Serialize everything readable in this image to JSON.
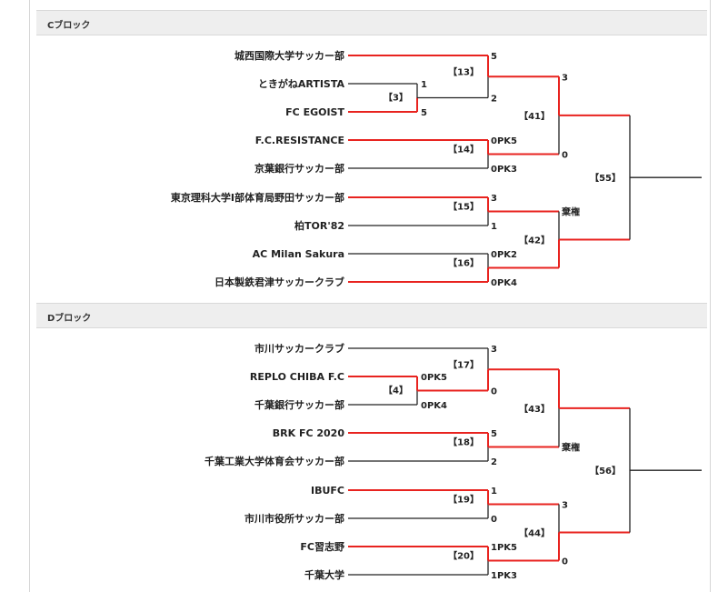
{
  "blocks": [
    {
      "title": "Cブロック",
      "final_label": "【55】",
      "semi": [
        {
          "label": "【41】",
          "scores": [
            "3",
            "0"
          ],
          "winner": 0
        },
        {
          "label": "【42】",
          "scores": [
            "棄権",
            ""
          ],
          "winner": 1
        }
      ],
      "matches": [
        {
          "label": "【13】",
          "scores": [
            "5",
            "2"
          ],
          "winner": 0
        },
        {
          "label": "【14】",
          "scores": [
            "0PK5",
            "0PK3"
          ],
          "winner": 0
        },
        {
          "label": "【15】",
          "scores": [
            "3",
            "1"
          ],
          "winner": 0
        },
        {
          "label": "【16】",
          "scores": [
            "0PK2",
            "0PK4"
          ],
          "winner": 1
        }
      ],
      "sub_match": {
        "label": "【3】",
        "scores": [
          "1",
          "5"
        ],
        "winner": 1
      },
      "teams": [
        "城西国際大学サッカー部",
        "ときがねARTISTA",
        "FC EGOIST",
        "F.C.RESISTANCE",
        "京葉銀行サッカー部",
        "東京理科大学I部体育局野田サッカー部",
        "柏TOR'82",
        "AC Milan Sakura",
        "日本製鉄君津サッカークラブ"
      ]
    },
    {
      "title": "Dブロック",
      "final_label": "【56】",
      "semi": [
        {
          "label": "【43】",
          "scores": [
            "",
            "棄権"
          ],
          "winner": 0
        },
        {
          "label": "【44】",
          "scores": [
            "3",
            "0"
          ],
          "winner": 1
        }
      ],
      "matches": [
        {
          "label": "【17】",
          "scores": [
            "3",
            "0"
          ],
          "winner": 1
        },
        {
          "label": "【18】",
          "scores": [
            "5",
            "2"
          ],
          "winner": 0
        },
        {
          "label": "【19】",
          "scores": [
            "1",
            "0"
          ],
          "winner": 0
        },
        {
          "label": "【20】",
          "scores": [
            "1PK5",
            "1PK3"
          ],
          "winner": 0
        }
      ],
      "sub_match": {
        "label": "【4】",
        "scores": [
          "0PK5",
          "0PK4"
        ],
        "winner": 0
      },
      "teams": [
        "市川サッカークラブ",
        "REPLO CHIBA F.C",
        "千葉銀行サッカー部",
        "BRK FC 2020",
        "千葉工業大学体育会サッカー部",
        "IBUFC",
        "市川市役所サッカー部",
        "FC習志野",
        "千葉大学"
      ]
    }
  ],
  "colors": {
    "win": "#e8231f",
    "lose": "#222222"
  }
}
